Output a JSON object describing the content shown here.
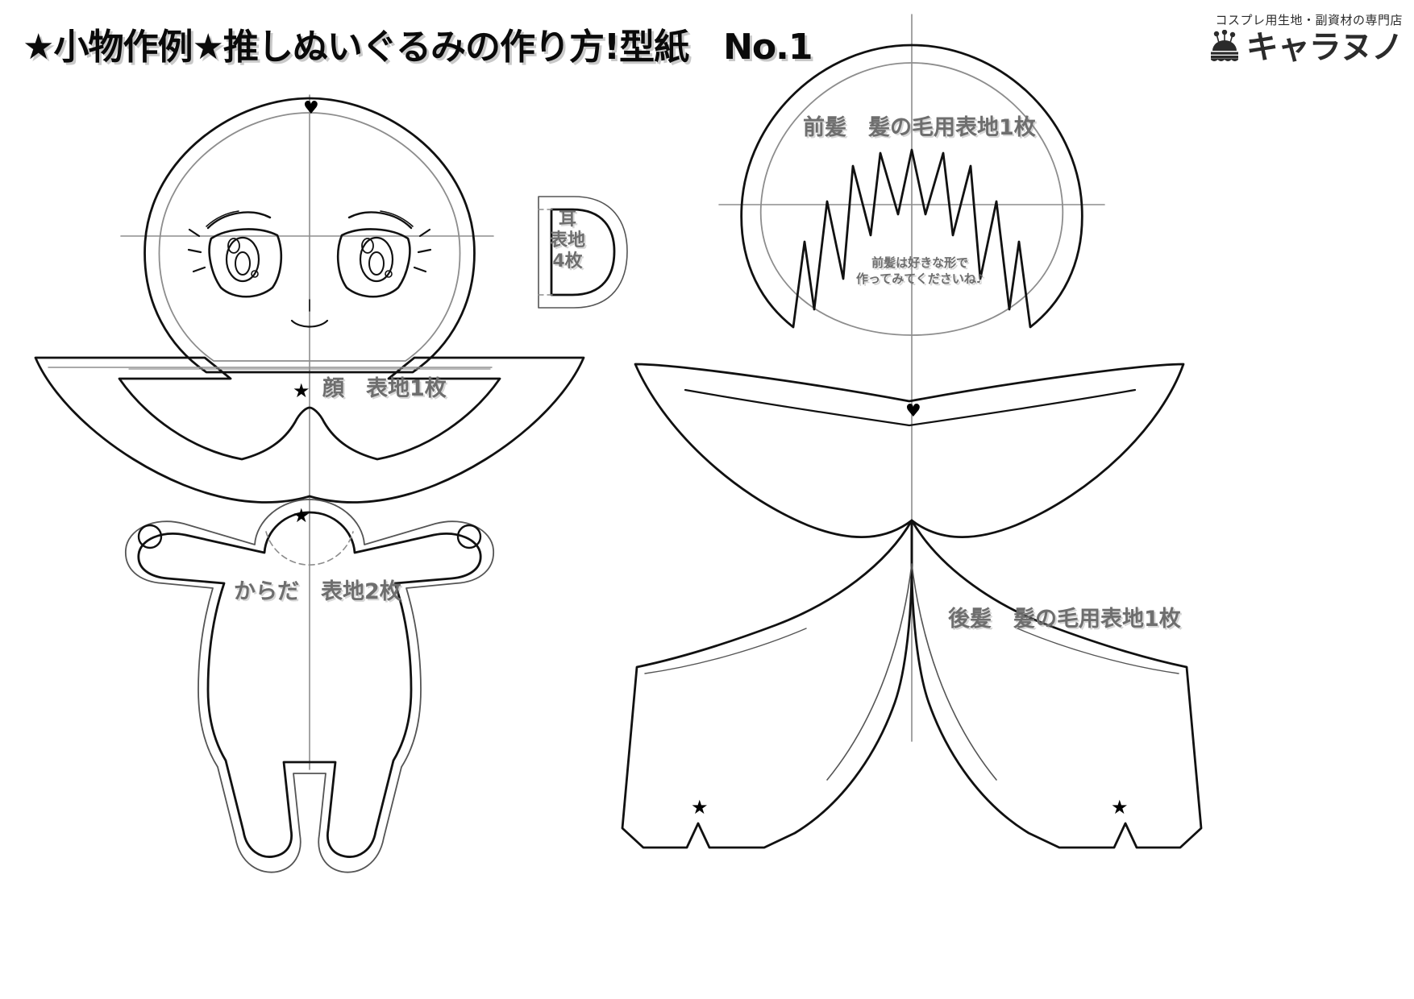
{
  "page": {
    "title": "★小物作例★推しぬいぐるみの作り方!型紙　No.1",
    "sheet_number": "No.1",
    "background": "#ffffff",
    "label_color": "#6e6e6e",
    "line_color": "#111111",
    "guide_color": "#8d8d8d"
  },
  "logo": {
    "tagline": "コスプレ用生地・副資材の専門店",
    "brand": "キャラヌノ",
    "icon": "pincushion-icon"
  },
  "patterns": [
    {
      "id": "face",
      "label": "顔　表地1枚",
      "piece_name": "顔",
      "fabric": "表地1枚",
      "marks": [
        "heart-top",
        "star-bottom"
      ],
      "notes": "顔のパーツ。中心線と水平線のガイドつき。"
    },
    {
      "id": "ear",
      "label_lines": [
        "耳",
        "表地",
        "4枚"
      ],
      "piece_name": "耳",
      "fabric": "表地4枚",
      "marks": [],
      "notes": "D字型の耳パーツ。縫い代つき。"
    },
    {
      "id": "body",
      "label": "からだ　表地2枚",
      "piece_name": "からだ",
      "fabric": "表地2枚",
      "marks": [
        "star-neck"
      ],
      "notes": "からだのパーツ。首に合印の星。"
    },
    {
      "id": "bangs",
      "label": "前髪　髪の毛用表地1枚",
      "piece_name": "前髪",
      "fabric": "髪の毛用表地1枚",
      "marks": [],
      "note_text_lines": [
        "前髪は好きな形で",
        "作ってみてくださいね♪"
      ]
    },
    {
      "id": "back-hair",
      "label": "後髪　髪の毛用表地1枚",
      "piece_name": "後髪",
      "fabric": "髪の毛用表地1枚",
      "marks": [
        "heart-top",
        "star-left",
        "star-right"
      ]
    }
  ],
  "markers": {
    "star": "★",
    "heart": "♥"
  }
}
